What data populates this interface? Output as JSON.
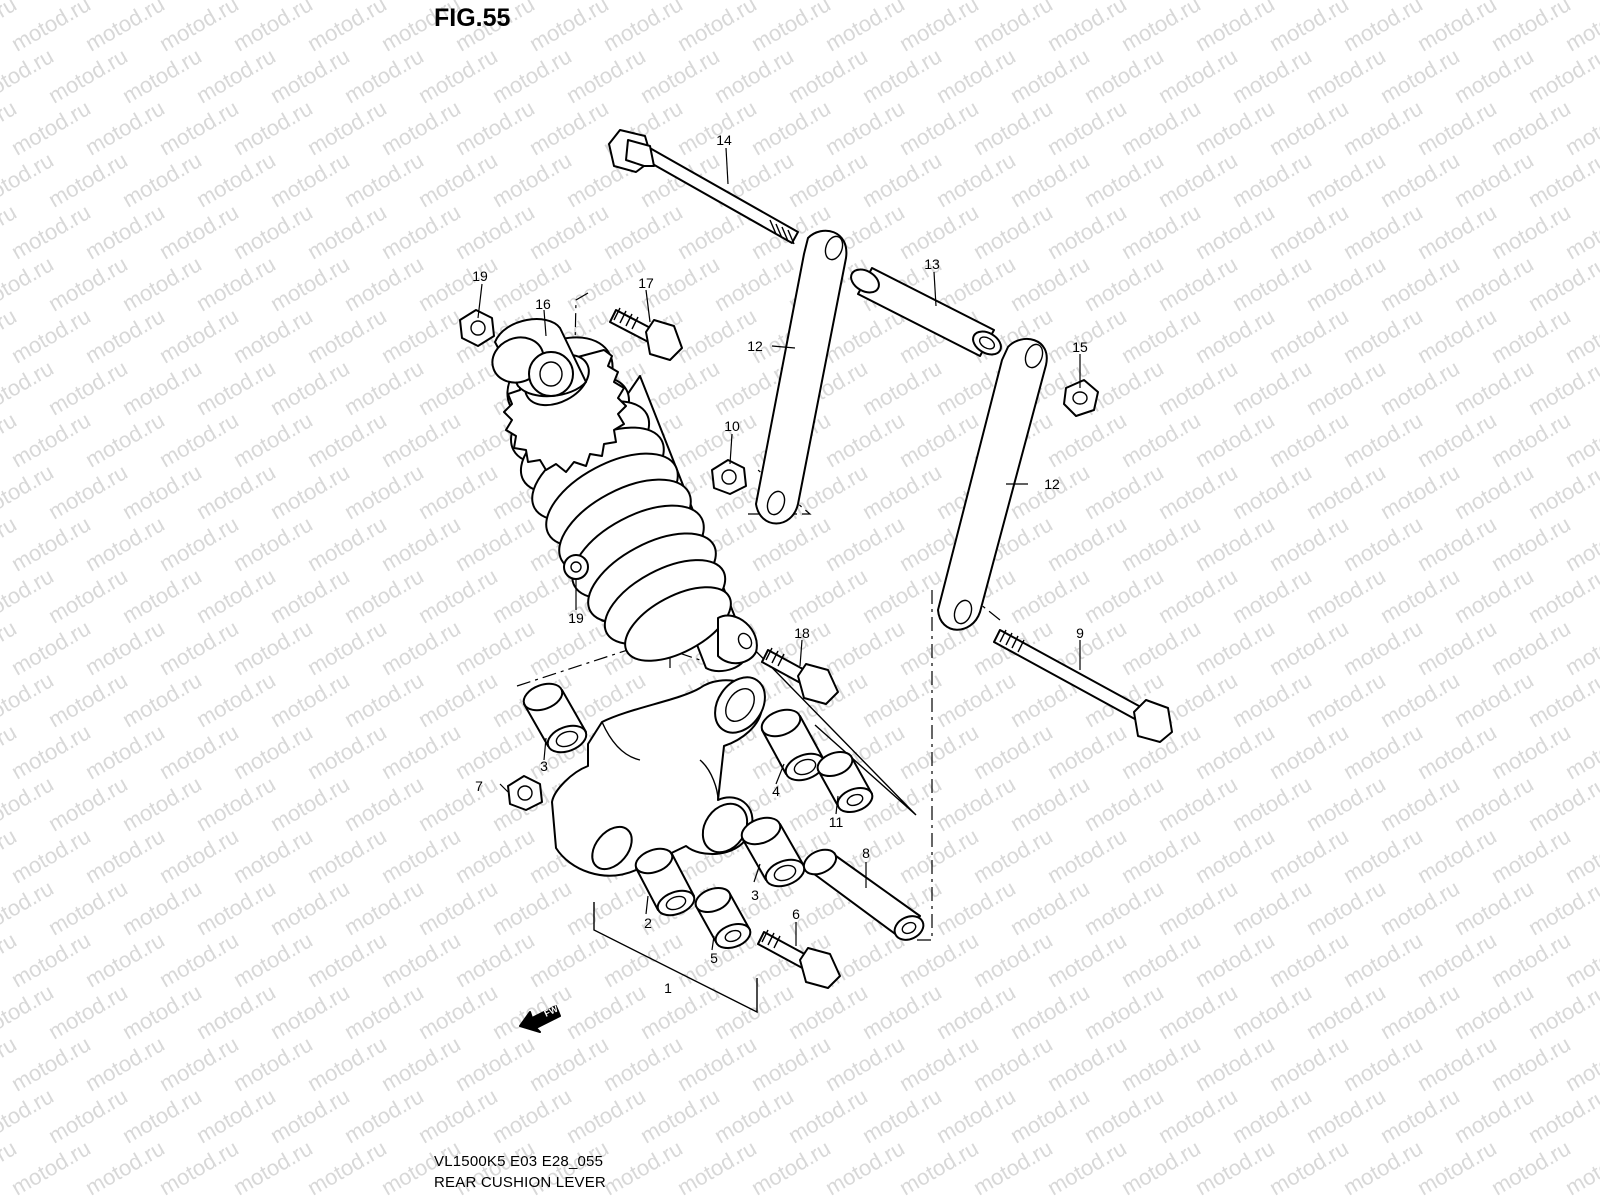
{
  "figure": {
    "title": "FIG.55",
    "code": "VL1500K5 E03 E28_055",
    "name": "REAR CUSHION LEVER"
  },
  "watermark": {
    "text": "motod.ru",
    "color": "#d8d8d8"
  },
  "fwd_arrow": {
    "label": "FWD"
  },
  "callouts": [
    "1",
    "2",
    "3",
    "3",
    "4",
    "5",
    "6",
    "7",
    "8",
    "9",
    "10",
    "11",
    "12",
    "12",
    "13",
    "14",
    "15",
    "16",
    "17",
    "18",
    "19",
    "19"
  ]
}
